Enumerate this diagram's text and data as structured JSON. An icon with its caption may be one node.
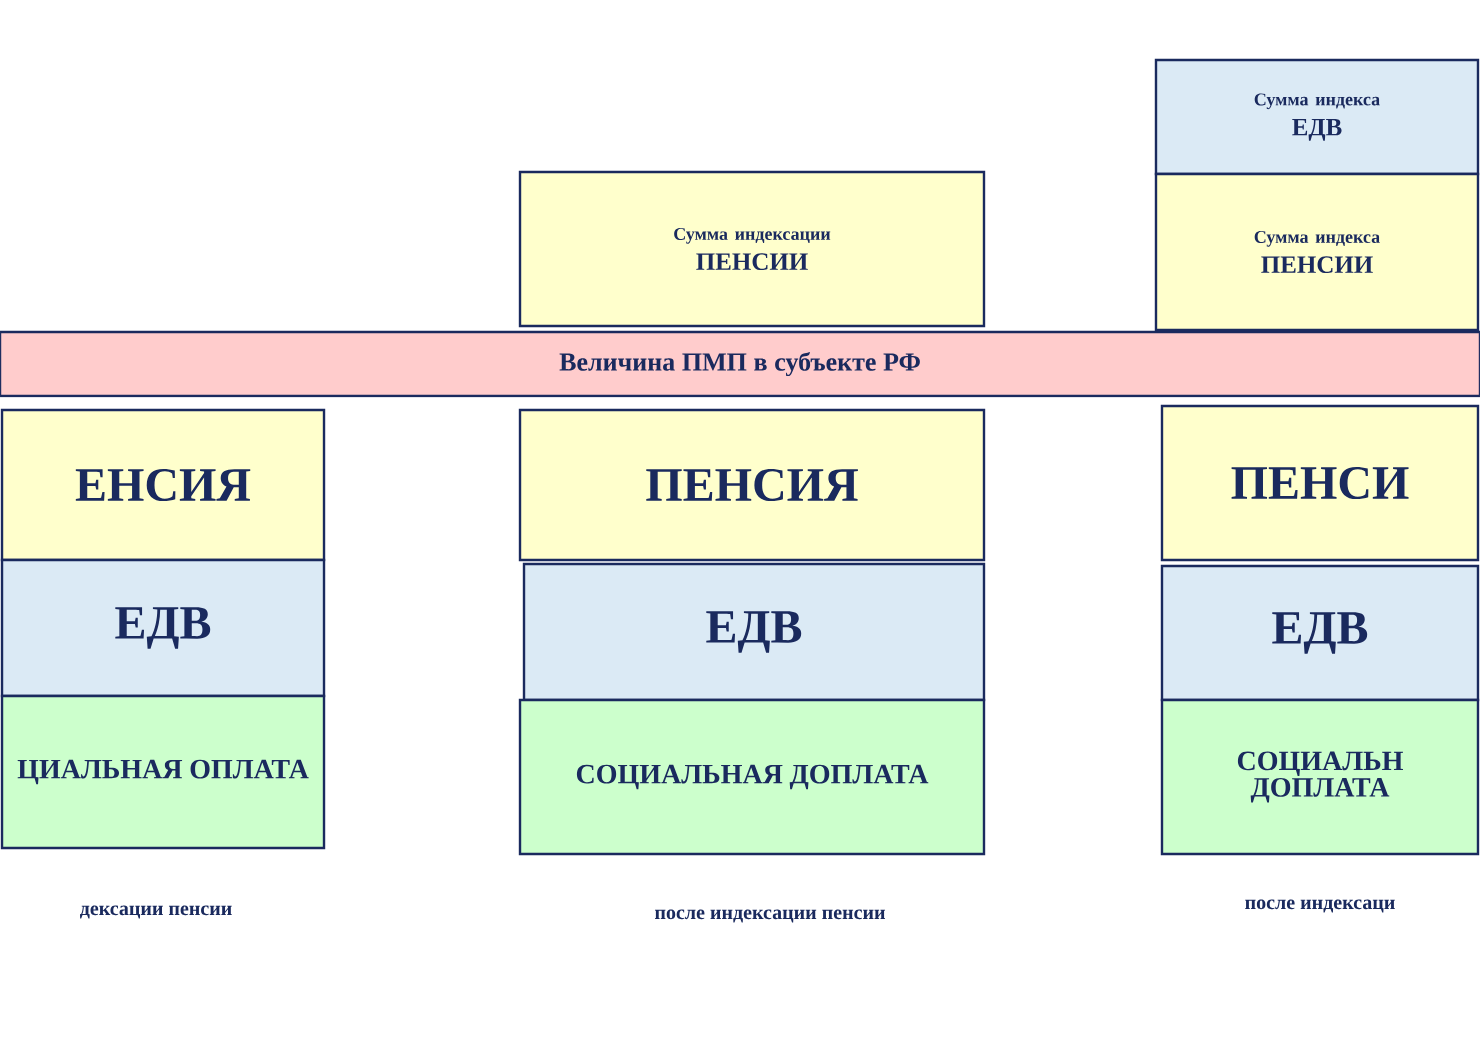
{
  "diagram": {
    "nodes": [
      {
        "text": [
          "Величина ПМП в субъекте РФ"
        ]
      },
      {
        "text": [
          "ЕНСИЯ"
        ]
      },
      {
        "text": [
          "ЕДВ"
        ]
      },
      {
        "text": [
          "ЦИАЛЬНАЯ ОПЛАТА"
        ]
      },
      {
        "text": [
          "Сумма индексации",
          "ПЕНСИИ"
        ]
      },
      {
        "text": [
          "ПЕНСИЯ"
        ]
      },
      {
        "text": [
          "ЕДВ"
        ]
      },
      {
        "text": [
          "СОЦИАЛЬНАЯ ДОПЛАТА"
        ]
      },
      {
        "text": [
          "Сумма индекса",
          "ЕДВ"
        ]
      },
      {
        "text": [
          "Сумма индекса",
          "ПЕНСИИ"
        ]
      },
      {
        "text": [
          "ПЕНСИ"
        ]
      },
      {
        "text": [
          "ЕДВ"
        ]
      },
      {
        "text": [
          "СОЦИАЛЬН ДОПЛАТА"
        ]
      }
    ],
    "edges": [],
    "labels": [
      "дексации пенсии",
      "после индексации пенсии",
      "после индексаци"
    ]
  }
}
